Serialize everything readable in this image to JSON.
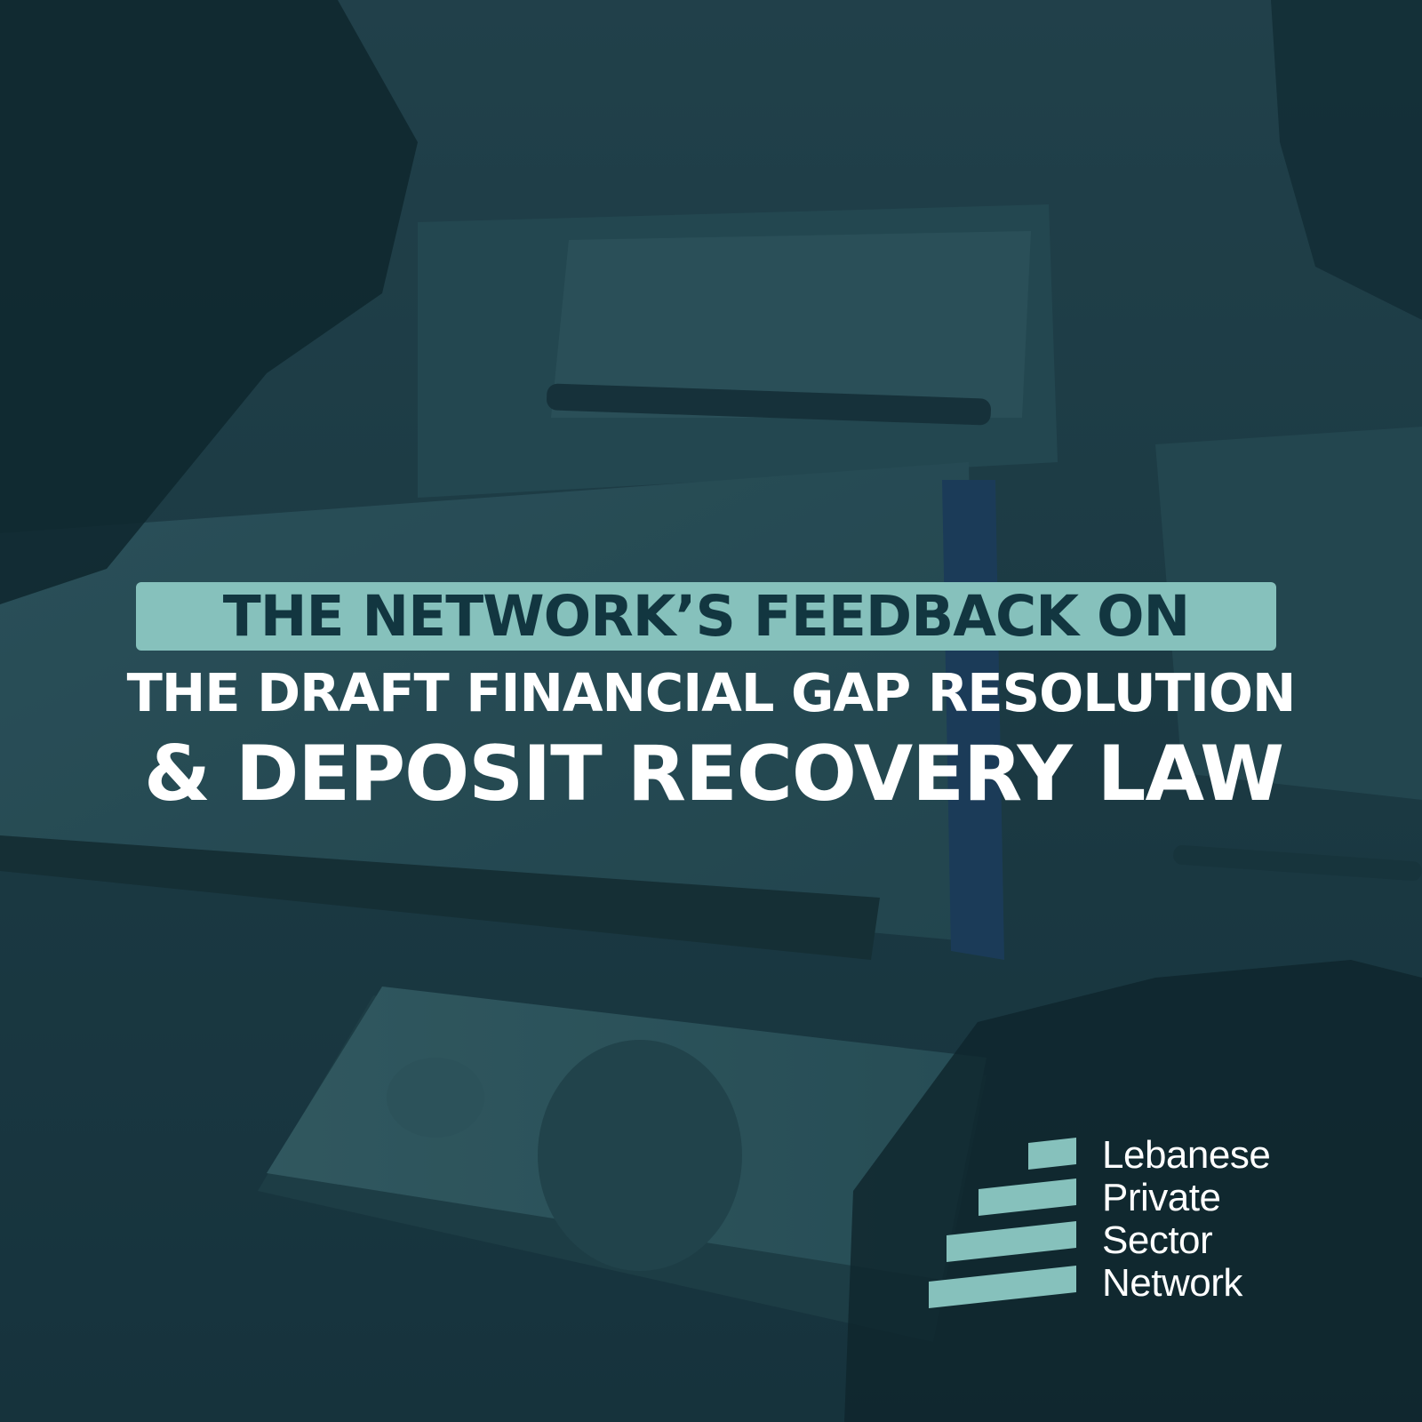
{
  "headline": {
    "line1": "THE NETWORK’S FEEDBACK ON",
    "line2": "THE DRAFT FINANCIAL GAP RESOLUTION",
    "line3": "& DEPOSIT RECOVERY LAW"
  },
  "logo": {
    "lines": [
      "Lebanese",
      "Private",
      "Sector",
      "Network"
    ],
    "mark_icon": "striped-bars-logo-icon"
  },
  "colors": {
    "accent": "#86c1bc",
    "accent_text": "#123640",
    "overlay": "#1f3d47",
    "text": "#ffffff"
  }
}
